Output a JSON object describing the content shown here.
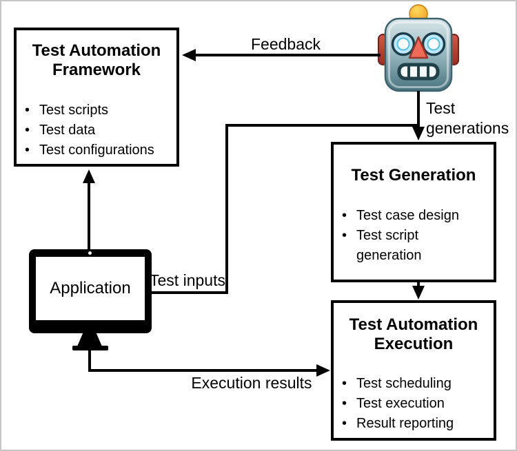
{
  "diagram": {
    "framework_box": {
      "title": "Test Automation Framework",
      "items": [
        "Test scripts",
        "Test data",
        "Test configurations"
      ]
    },
    "generation_box": {
      "title": "Test Generation",
      "items": [
        "Test case design",
        "Test script generation"
      ]
    },
    "execution_box": {
      "title": "Test Automation Execution",
      "items": [
        "Test scheduling",
        "Test execution",
        "Result reporting"
      ]
    },
    "application": {
      "label": "Application"
    },
    "arrow_labels": {
      "feedback": "Feedback",
      "test_generations": "Test generations",
      "test_inputs": "Test inputs",
      "execution_results": "Execution results"
    },
    "icons": {
      "robot": "robot-face-icon",
      "application": "desktop-monitor-icon"
    },
    "colors": {
      "line": "#000000",
      "background": "#ffffff",
      "frame_border": "#c6c6c6",
      "robot_head_light": "#d6e4e7",
      "robot_head_dark": "#47737f",
      "robot_ear": "#c4473a",
      "robot_eye_ring": "#bde9f8",
      "robot_nose": "#ef6b57",
      "robot_antenna_ball": "#f9b234",
      "robot_antenna_base": "#7362a8"
    }
  }
}
